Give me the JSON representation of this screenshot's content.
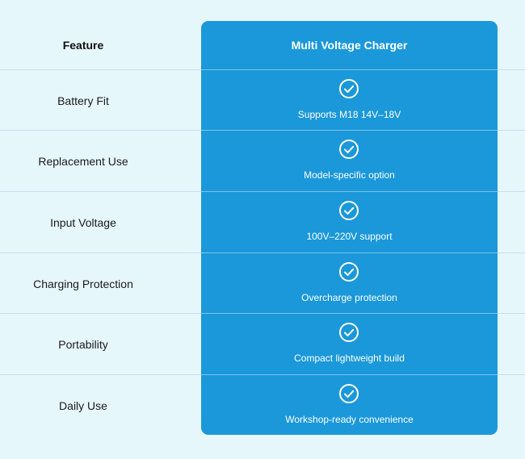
{
  "header": {
    "feature_label": "Feature",
    "product_label": "Multi Voltage Charger"
  },
  "colors": {
    "background": "#e6f7fc",
    "panel": "#1a98d9",
    "divider": "#c7dfe8"
  },
  "rows": [
    {
      "feature": "Battery Fit",
      "value": "Supports M18 14V–18V",
      "icon": "check-circle-icon"
    },
    {
      "feature": "Replacement Use",
      "value": "Model-specific option",
      "icon": "check-circle-icon"
    },
    {
      "feature": "Input Voltage",
      "value": "100V–220V support",
      "icon": "check-circle-icon"
    },
    {
      "feature": "Charging Protection",
      "value": "Overcharge protection",
      "icon": "check-circle-icon"
    },
    {
      "feature": "Portability",
      "value": "Compact lightweight build",
      "icon": "check-circle-icon"
    },
    {
      "feature": "Daily Use",
      "value": "Workshop-ready convenience",
      "icon": "check-circle-icon"
    }
  ]
}
